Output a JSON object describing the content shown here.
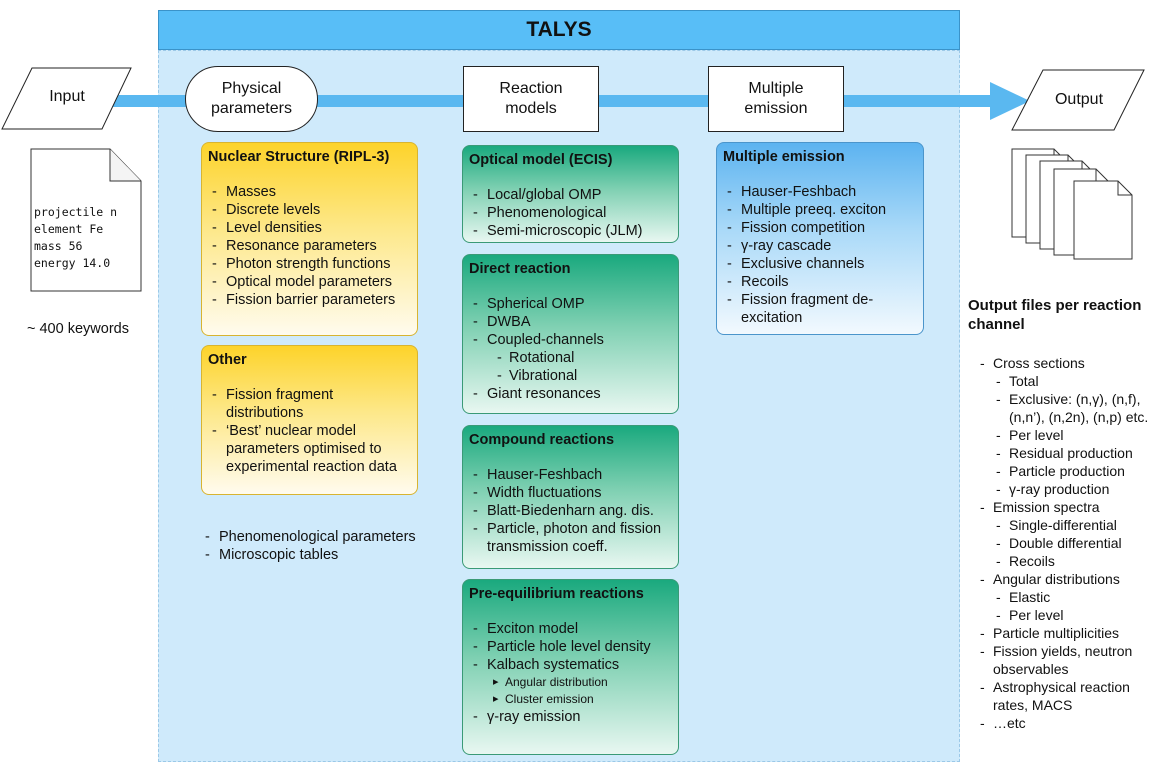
{
  "title": "TALYS",
  "flow": {
    "input": "Input",
    "physical": "Physical parameters",
    "reaction": "Reaction models",
    "multiple": "Multiple emission",
    "output": "Output"
  },
  "input_file": {
    "lines": [
      "projectile n",
      "element Fe",
      "mass 56",
      "energy 14.0"
    ],
    "caption": "~ 400 keywords"
  },
  "physical_boxes": [
    {
      "title": "Nuclear Structure (RIPL-3)",
      "items": [
        "Masses",
        "Discrete levels",
        "Level densities",
        "Resonance parameters",
        "Photon strength functions",
        "Optical model parameters",
        "Fission barrier parameters"
      ]
    },
    {
      "title": "Other",
      "items": [
        "Fission fragment distributions",
        "‘Best’ nuclear model parameters optimised to experimental reaction data"
      ]
    }
  ],
  "physical_extra": [
    "Phenomenological parameters",
    "Microscopic tables"
  ],
  "reaction_boxes": [
    {
      "title": "Optical model (ECIS)",
      "items": [
        "Local/global OMP",
        "Phenomenological",
        "Semi-microscopic (JLM)"
      ]
    },
    {
      "title": "Direct reaction",
      "items": [
        "Spherical OMP",
        "DWBA",
        "Coupled-channels",
        "Rotational",
        "Vibrational",
        "Giant resonances"
      ]
    },
    {
      "title": "Compound reactions",
      "items": [
        "Hauser-Feshbach",
        "Width fluctuations",
        "Blatt-Biedenharn ang. dis.",
        "Particle, photon and fission transmission coeff."
      ]
    },
    {
      "title": "Pre-equilibrium reactions",
      "items": [
        "Exciton model",
        "Particle hole level density",
        "Kalbach systematics",
        "Angular distribution",
        "Cluster emission",
        "γ-ray emission"
      ]
    }
  ],
  "multiple_box": {
    "title": "Multiple emission",
    "items": [
      "Hauser-Feshbach",
      "Multiple preeq. exciton",
      "Fission competition",
      "γ-ray cascade",
      "Exclusive channels",
      "Recoils",
      "Fission fragment de-excitation"
    ]
  },
  "output_files": {
    "title": "Output files per reaction channel",
    "items": [
      "Cross sections",
      "Total",
      "Exclusive: (n,γ), (n,f), (n,n’), (n,2n), (n,p) etc.",
      "Per level",
      "Residual production",
      "Particle production",
      "γ-ray production",
      "Emission spectra",
      "Single-differential",
      "Double differential",
      "Recoils",
      "Angular distributions",
      "Elastic",
      "Per level",
      "Particle multiplicities",
      "Fission yields, neutron observables",
      "Astrophysical reaction rates, MACS",
      "…etc"
    ]
  },
  "colors": {
    "title_bar": "#58bef7",
    "panel": "#cfeafb",
    "arrow": "#5ab8f0",
    "yellow": "#fdd32a",
    "green": "#1aa97e",
    "blue": "#5cb3f0"
  }
}
